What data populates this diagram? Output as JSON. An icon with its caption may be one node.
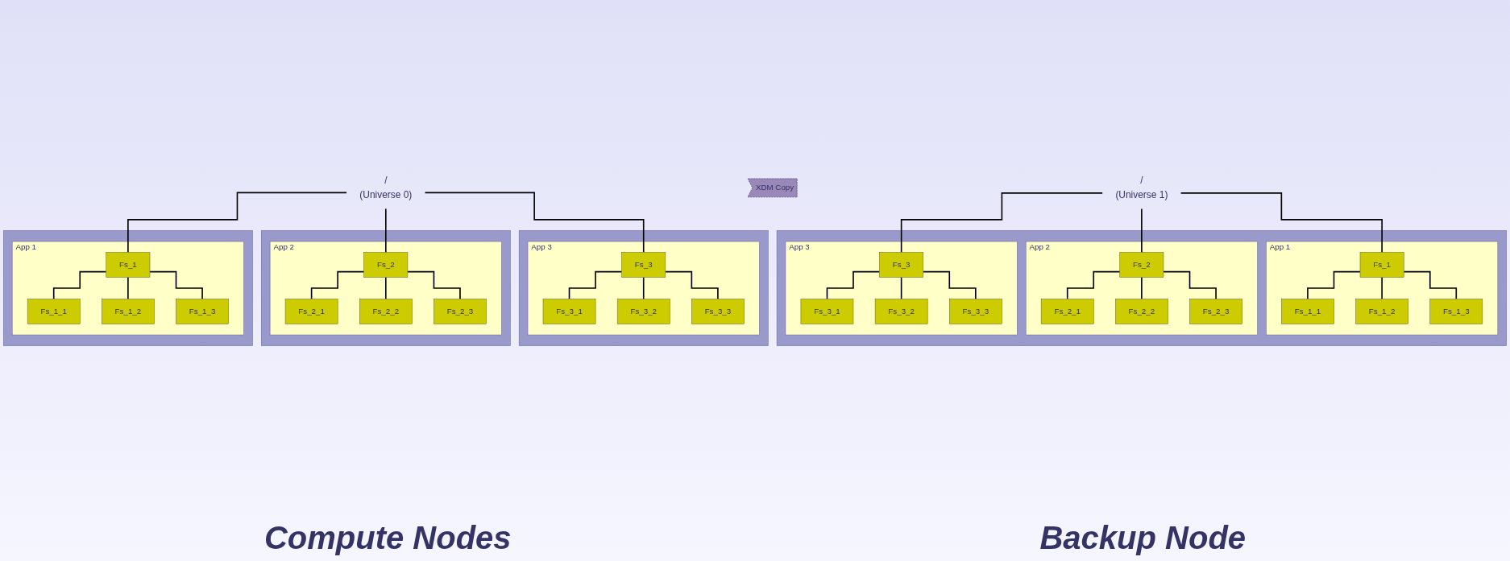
{
  "diagram": {
    "nodes": [
      {
        "text": [
          "/",
          "(Universe 0)"
        ]
      },
      {
        "text": [],
        "shape": "box"
      },
      {
        "text": [
          "App 1"
        ],
        "in": 1
      },
      {
        "text": [
          "Fs_1"
        ],
        "in": 2
      },
      {
        "text": [
          "Fs_1_1"
        ],
        "in": 2
      },
      {
        "text": [
          "Fs_1_2"
        ],
        "in": 2
      },
      {
        "text": [
          "Fs_1_3"
        ],
        "in": 2
      },
      {
        "text": [],
        "shape": "box"
      },
      {
        "text": [
          "App 2"
        ],
        "in": 7
      },
      {
        "text": [
          "Fs_2"
        ],
        "in": 8
      },
      {
        "text": [
          "Fs_2_1"
        ],
        "in": 8
      },
      {
        "text": [
          "Fs_2_2"
        ],
        "in": 8
      },
      {
        "text": [
          "Fs_2_3"
        ],
        "in": 8
      },
      {
        "text": [],
        "shape": "box"
      },
      {
        "text": [
          "App 3"
        ],
        "in": 13
      },
      {
        "text": [
          "Fs_3"
        ],
        "in": 14
      },
      {
        "text": [
          "Fs_3_1"
        ],
        "in": 14
      },
      {
        "text": [
          "Fs_3_2"
        ],
        "in": 14
      },
      {
        "text": [
          "Fs_3_3"
        ],
        "in": 14
      },
      {
        "text": [
          "XDM Copy"
        ]
      },
      {
        "text": [
          "/",
          "(Universe 1)"
        ]
      },
      {
        "text": [],
        "shape": "box"
      },
      {
        "text": [
          "App 1"
        ],
        "in": 21
      },
      {
        "text": [
          "Fs_1"
        ],
        "in": 22
      },
      {
        "text": [
          "Fs_1_1"
        ],
        "in": 22
      },
      {
        "text": [
          "Fs_1_2"
        ],
        "in": 22
      },
      {
        "text": [
          "Fs_1_3"
        ],
        "in": 22
      },
      {
        "text": [
          "App 2"
        ],
        "in": 21
      },
      {
        "text": [
          "Fs_2"
        ],
        "in": 27
      },
      {
        "text": [
          "Fs_2_1"
        ],
        "in": 27
      },
      {
        "text": [
          "Fs_2_2"
        ],
        "in": 27
      },
      {
        "text": [
          "Fs_2_3"
        ],
        "in": 27
      },
      {
        "text": [
          "App 3"
        ],
        "in": 21
      },
      {
        "text": [
          "Fs_3"
        ],
        "in": 32
      },
      {
        "text": [
          "Fs_3_1"
        ],
        "in": 32
      },
      {
        "text": [
          "Fs_3_2"
        ],
        "in": 32
      },
      {
        "text": [
          "Fs_3_3"
        ],
        "in": 32
      }
    ],
    "edges": [
      {
        "from": 0,
        "to": 3,
        "arrow": "none"
      },
      {
        "from": 0,
        "to": 9,
        "arrow": "none"
      },
      {
        "from": 0,
        "to": 15,
        "arrow": "none"
      },
      {
        "from": 3,
        "to": 4,
        "arrow": "none"
      },
      {
        "from": 3,
        "to": 5,
        "arrow": "none"
      },
      {
        "from": 3,
        "to": 6,
        "arrow": "none"
      },
      {
        "from": 9,
        "to": 10,
        "arrow": "none"
      },
      {
        "from": 9,
        "to": 11,
        "arrow": "none"
      },
      {
        "from": 9,
        "to": 12,
        "arrow": "none"
      },
      {
        "from": 15,
        "to": 16,
        "arrow": "none"
      },
      {
        "from": 15,
        "to": 17,
        "arrow": "none"
      },
      {
        "from": 15,
        "to": 18,
        "arrow": "none"
      },
      {
        "from": 20,
        "to": 23,
        "arrow": "none"
      },
      {
        "from": 20,
        "to": 28,
        "arrow": "none"
      },
      {
        "from": 20,
        "to": 33,
        "arrow": "none"
      },
      {
        "from": 23,
        "to": 24,
        "arrow": "none"
      },
      {
        "from": 23,
        "to": 25,
        "arrow": "none"
      },
      {
        "from": 23,
        "to": 26,
        "arrow": "none"
      },
      {
        "from": 28,
        "to": 29,
        "arrow": "none"
      },
      {
        "from": 28,
        "to": 30,
        "arrow": "none"
      },
      {
        "from": 28,
        "to": 31,
        "arrow": "none"
      },
      {
        "from": 33,
        "to": 34,
        "arrow": "none"
      },
      {
        "from": 33,
        "to": 35,
        "arrow": "none"
      },
      {
        "from": 33,
        "to": 36,
        "arrow": "none"
      }
    ],
    "labels": [
      "Compute Nodes",
      "Backup Node"
    ]
  }
}
